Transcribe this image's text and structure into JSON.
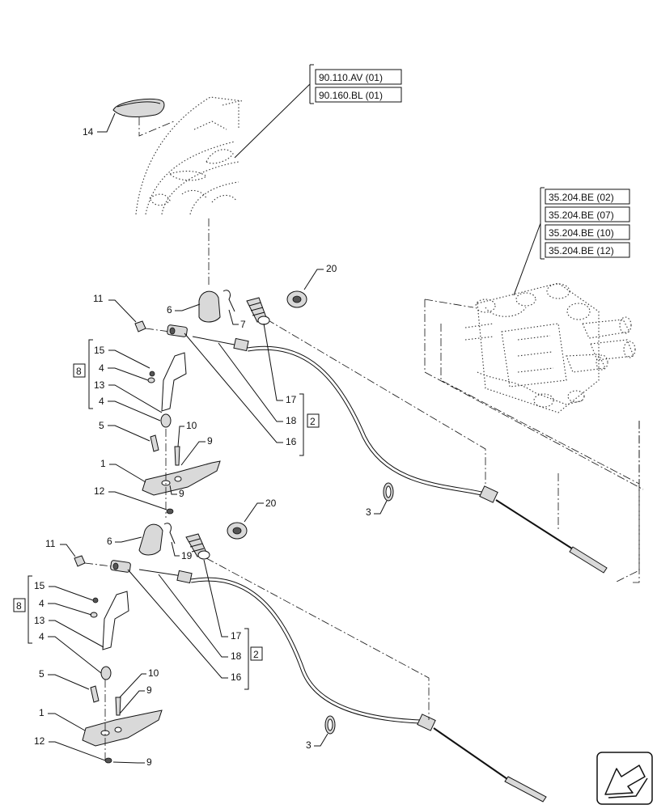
{
  "references": {
    "top": [
      "90.110.AV (01)",
      "90.160.BL (01)"
    ],
    "right": [
      "35.204.BE (02)",
      "35.204.BE (07)",
      "35.204.BE (10)",
      "35.204.BE (12)"
    ]
  },
  "callouts_upper": [
    "14",
    "20",
    "11",
    "6",
    "7",
    "15",
    "4",
    "13",
    "4",
    "5",
    "10",
    "9",
    "1",
    "12",
    "9",
    "17",
    "18",
    "16",
    "3"
  ],
  "callouts_lower": [
    "20",
    "11",
    "6",
    "19",
    "15",
    "4",
    "13",
    "4",
    "5",
    "10",
    "9",
    "1",
    "12",
    "9",
    "17",
    "18",
    "16",
    "3"
  ],
  "group_boxes": {
    "upper_left": "8",
    "upper_right": "2",
    "lower_left": "8",
    "lower_right": "2"
  },
  "nav_icon": "arrow-icon"
}
